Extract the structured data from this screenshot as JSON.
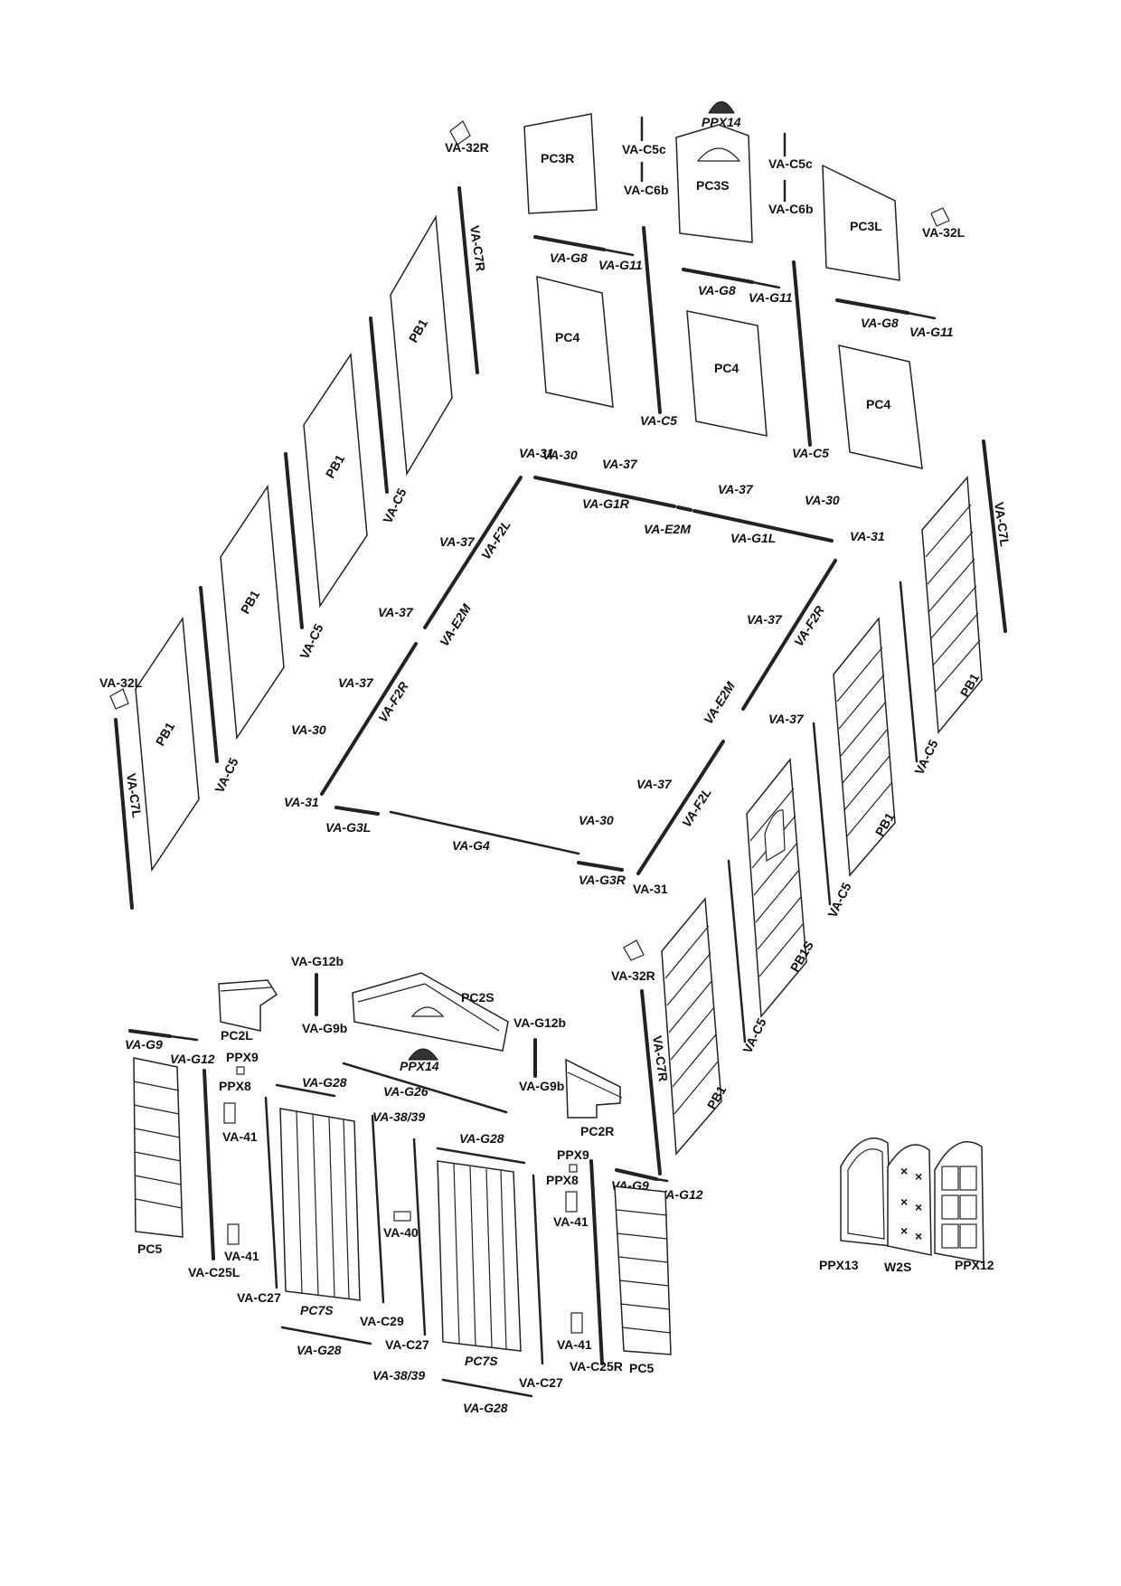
{
  "labels": {
    "ppx14_top": "PPX14",
    "va32r_top": "VA-32R",
    "pc3r": "PC3R",
    "va_c5c_1": "VA-C5c",
    "va_c6b_1": "VA-C6b",
    "pc3s": "PC3S",
    "va_c5c_2": "VA-C5c",
    "va_c6b_2": "VA-C6b",
    "pc3l": "PC3L",
    "va32l_top": "VA-32L",
    "va_c7r_top": "VA-C7R",
    "va_g8_1": "VA-G8",
    "va_g11_1": "VA-G11",
    "va_g8_2": "VA-G8",
    "va_g11_2": "VA-G11",
    "va_g8_3": "VA-G8",
    "va_g11_3": "VA-G11",
    "pc4_1": "PC4",
    "pc4_2": "PC4",
    "pc4_3": "PC4",
    "va_c5_a": "VA-C5",
    "va_c5_b": "VA-C5",
    "pb1_1": "PB1",
    "pb1_2": "PB1",
    "pb1_3": "PB1",
    "pb1_4": "PB1",
    "va_c5_1": "VA-C5",
    "va_c5_2": "VA-C5",
    "va_c5_3": "VA-C5",
    "va32l_left": "VA-32L",
    "va_c7l_left": "VA-C7L",
    "va31_a": "VA-31",
    "va30_a": "VA-30",
    "va37_a": "VA-37",
    "va_g1r": "VA-G1R",
    "va_e2m_a": "VA-E2M",
    "va37_b": "VA-37",
    "va_g1l": "VA-G1L",
    "va30_b": "VA-30",
    "va31_b": "VA-31",
    "va37_c": "VA-37",
    "va_f2l_a": "VA-F2L",
    "va37_d": "VA-37",
    "va_e2m_b": "VA-E2M",
    "va37_e": "VA-37",
    "va_f2r_a": "VA-F2R",
    "va30_c": "VA-30",
    "va31_c": "VA-31",
    "va_g3l": "VA-G3L",
    "va_g4": "VA-G4",
    "va_g3r": "VA-G3R",
    "va31_d": "VA-31",
    "va30_d": "VA-30",
    "va37_f": "VA-37",
    "va_f2l_b": "VA-F2L",
    "va_e2m_c": "VA-E2M",
    "va37_g": "VA-37",
    "va37_h": "VA-37",
    "va_f2r_b": "VA-F2R",
    "va_c7l_right": "VA-C7L",
    "pb1_r1": "PB1",
    "va_c5_r1": "VA-C5",
    "pb1_r2": "PB1",
    "va_c5_r2": "VA-C5",
    "pb1s": "PB1S",
    "va_c5_r3": "VA-C5",
    "pb1_r3": "PB1",
    "va32r_right": "VA-32R",
    "va_c7r_right": "VA-C7R",
    "va_g12b_1": "VA-G12b",
    "va_g9b_1": "VA-G9b",
    "pc2l": "PC2L",
    "pc2s": "PC2S",
    "va_g12b_2": "VA-G12b",
    "va_g9b_2": "VA-G9b",
    "pc2r": "PC2R",
    "ppx14_front": "PPX14",
    "va_g9_l": "VA-G9",
    "va_g12_l": "VA-G12",
    "ppx9_l": "PPX9",
    "ppx8_l": "PPX8",
    "va41_a": "VA-41",
    "va41_b": "VA-41",
    "pc5_l": "PC5",
    "va_c25l": "VA-C25L",
    "va_g28_a": "VA-G28",
    "va_g26": "VA-G26",
    "va_38_39_a": "VA-38/39",
    "va_g28_b": "VA-G28",
    "va_c27_a": "VA-C27",
    "pc7s_a": "PC7S",
    "va40": "VA-40",
    "va_c29": "VA-C29",
    "va_c27_b": "VA-C27",
    "pc7s_b": "PC7S",
    "va_g28_c": "VA-G28",
    "va_38_39_b": "VA-38/39",
    "va_g28_d": "VA-G28",
    "ppx9_r": "PPX9",
    "ppx8_r": "PPX8",
    "va41_c": "VA-41",
    "va41_d": "VA-41",
    "va_g9_r": "VA-G9",
    "va_g12_r": "VA-G12",
    "va_c27_c": "VA-C27",
    "va_c25r": "VA-C25R",
    "pc5_r": "PC5",
    "ppx13": "PPX13",
    "w2s": "W2S",
    "ppx12": "PPX12"
  }
}
